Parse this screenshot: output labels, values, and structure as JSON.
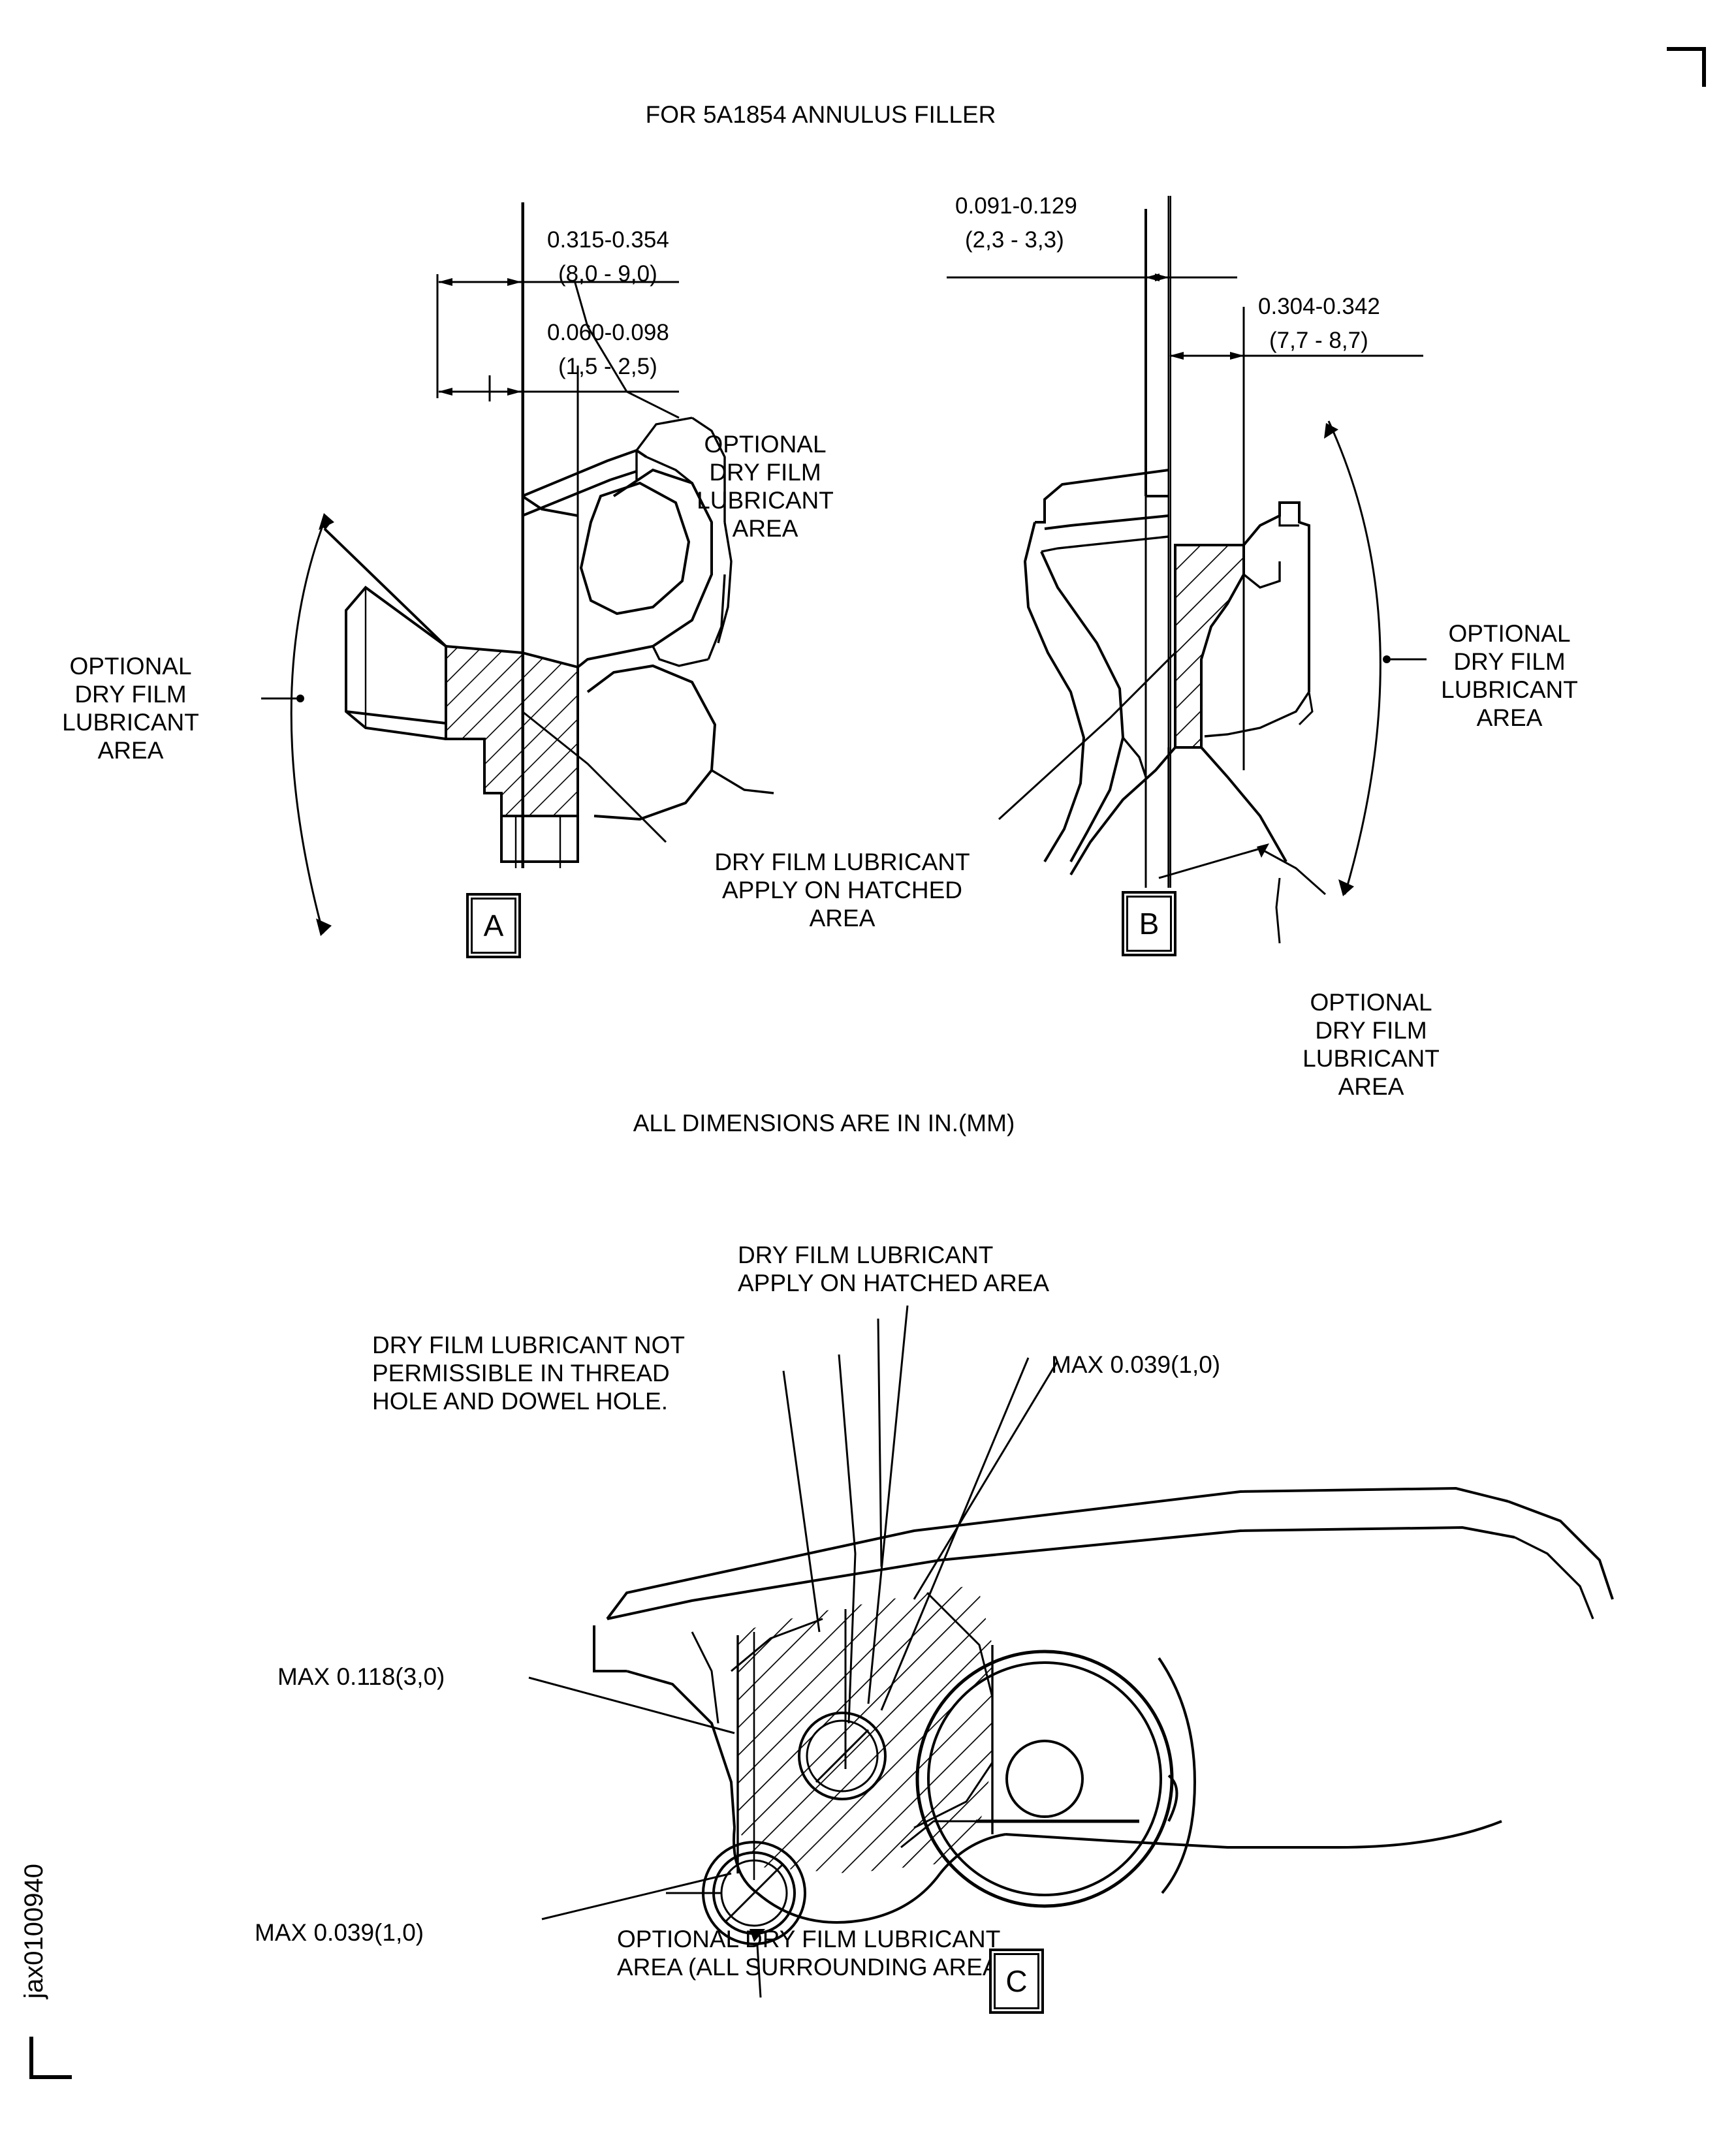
{
  "sheet": {
    "title": "FOR 5A1854 ANNULUS FILLER",
    "units_note": "ALL DIMENSIONS ARE IN IN.(MM)",
    "drawing_id": "jax0100940",
    "ink_color": "#000000",
    "paper_color": "#ffffff"
  },
  "view_a": {
    "label": "A",
    "dim_outer": {
      "inch": "0.315-0.354",
      "mm": "(8,0 - 9,0)"
    },
    "dim_inner": {
      "inch": "0.060-0.098",
      "mm": "(1,5 - 2,5)"
    },
    "note_optional_top": "OPTIONAL\nDRY FILM\nLUBRICANT\nAREA",
    "note_optional_left": "OPTIONAL\nDRY FILM\nLUBRICANT\nAREA",
    "note_hatched": "DRY FILM LUBRICANT\nAPPLY ON HATCHED\nAREA"
  },
  "view_b": {
    "label": "B",
    "dim_left": {
      "inch": "0.091-0.129",
      "mm": "(2,3 - 3,3)"
    },
    "dim_right": {
      "inch": "0.304-0.342",
      "mm": "(7,7 - 8,7)"
    },
    "note_optional_right": "OPTIONAL\nDRY FILM\nLUBRICANT\nAREA",
    "note_optional_bottom": "OPTIONAL\nDRY FILM\nLUBRICANT\nAREA"
  },
  "view_c": {
    "label": "C",
    "note_hatched": "DRY FILM LUBRICANT\nAPPLY ON HATCHED AREA",
    "note_not_permissible": "DRY FILM LUBRICANT NOT\nPERMISSIBLE IN THREAD\nHOLE AND DOWEL HOLE.",
    "callout_max_top": "MAX 0.039(1,0)",
    "callout_max_left": "MAX 0.118(3,0)",
    "callout_max_bottom": "MAX 0.039(1,0)",
    "note_optional_surround": "OPTIONAL DRY FILM LUBRICANT\nAREA (ALL SURROUNDING AREA)"
  }
}
